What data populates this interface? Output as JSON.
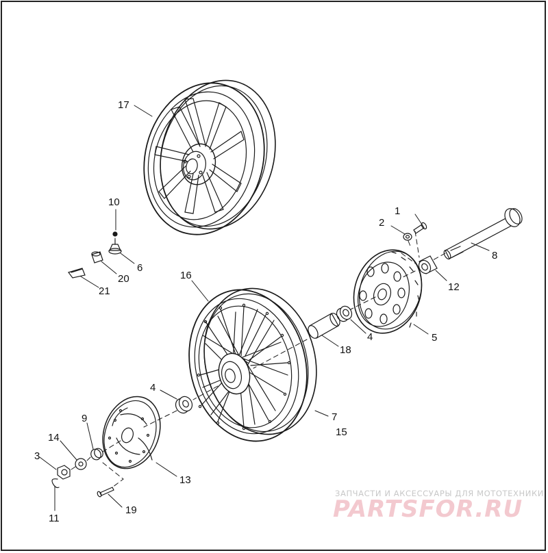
{
  "diagram": {
    "labels": {
      "l1": "1",
      "l2": "2",
      "l3": "3",
      "l4a": "4",
      "l4b": "4",
      "l5": "5",
      "l6": "6",
      "l7": "7",
      "l8": "8",
      "l9": "9",
      "l10": "10",
      "l11": "11",
      "l12": "12",
      "l13": "13",
      "l14": "14",
      "l15": "15",
      "l16": "16",
      "l17": "17",
      "l18": "18",
      "l19": "19",
      "l20": "20",
      "l21": "21"
    }
  },
  "watermark": {
    "tagline": "ЗАПЧАСТИ И АКСЕССУАРЫ ДЛЯ МОТОТЕХНИКИ",
    "brand": "PARTSFOR.RU"
  },
  "colors": {
    "line": "#1a1a1a",
    "frame": "#222222",
    "watermark_brand": "#f3c9cf",
    "watermark_tagline": "#c8c8c8"
  }
}
